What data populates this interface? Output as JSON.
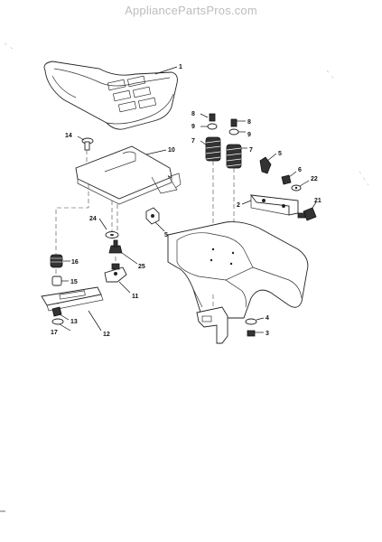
{
  "watermark": "AppliancePartsPros.com",
  "callouts": {
    "c1": "1",
    "c14": "14",
    "c10": "10",
    "c8a": "8",
    "c9a": "9",
    "c7a": "7",
    "c8b": "8",
    "c9b": "9",
    "c7b": "7",
    "c5a": "5",
    "c6": "6",
    "c22": "22",
    "c2": "2",
    "c21": "21",
    "c5b": "5",
    "c24": "24",
    "c25": "25",
    "c16": "16",
    "c15": "15",
    "c11": "11",
    "c13": "13",
    "c17": "17",
    "c12": "12",
    "c4": "4",
    "c3": "3"
  }
}
